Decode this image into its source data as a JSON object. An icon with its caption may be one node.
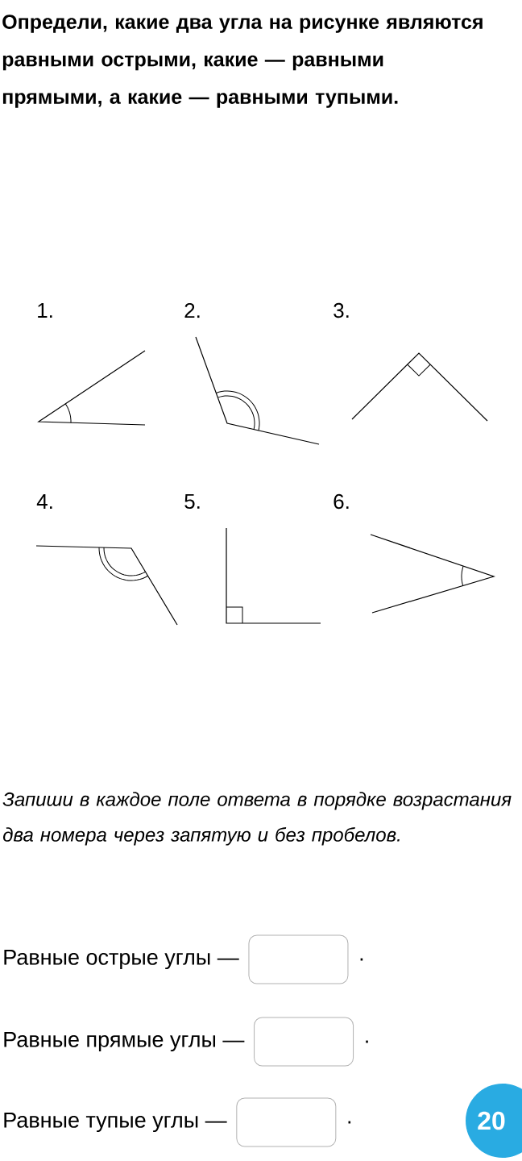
{
  "diagram": {
    "title": "Определи, какие два угла на рисунке являются равными острыми, какие — равными прямыми, а какие — равными тупыми.",
    "labels": [
      "1.",
      "2.",
      "3.",
      "4.",
      "5.",
      "6.",
      "Запиши в каждое поле ответа в порядке возрастания два номера через запятую и без пробелов.",
      "Равные острые углы —",
      ".",
      "Равные прямые углы —",
      ".",
      "Равные тупые углы —",
      ".",
      "20"
    ]
  }
}
